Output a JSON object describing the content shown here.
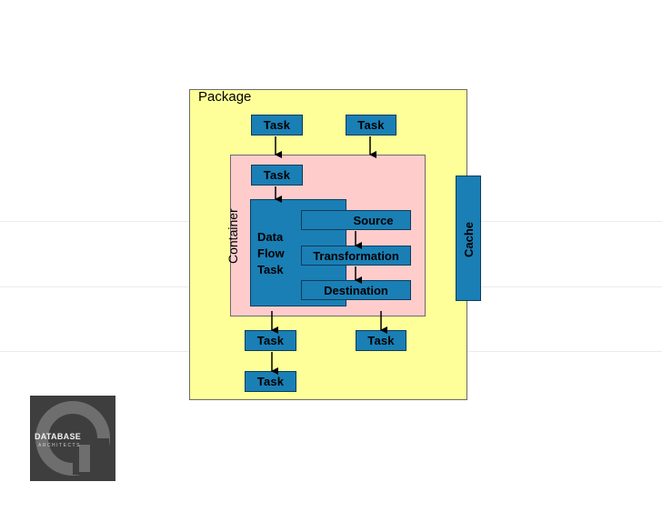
{
  "package": {
    "label": "Package"
  },
  "container": {
    "label": "Container"
  },
  "tasks": {
    "top_left": "Task",
    "top_right": "Task",
    "container_top": "Task",
    "bottom_left": "Task",
    "bottom_right": "Task",
    "bottom_last": "Task"
  },
  "data_flow": {
    "lines": [
      "Data",
      "Flow",
      "Task"
    ],
    "source": "Source",
    "transformation": "Transformation",
    "destination": "Destination"
  },
  "cache": {
    "label": "Cache"
  },
  "logo": {
    "name": "DATABASE",
    "sub": "ARCHITECTS",
    "icon": "database-architects-logo"
  },
  "colors": {
    "package_fill": "#ffff99",
    "container_fill": "#ffcccc",
    "task_fill": "#1a7fb5"
  }
}
